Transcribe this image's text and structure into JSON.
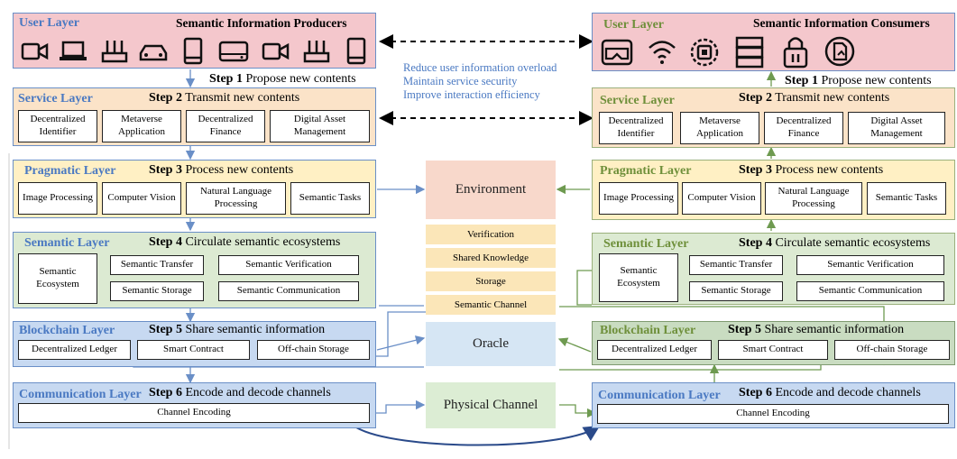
{
  "left": {
    "user": {
      "title": "User Layer",
      "heading": "Semantic Information Producers",
      "step_num": "Step 1",
      "step_text": "Propose new contents"
    },
    "service": {
      "title": "Service Layer",
      "step_num": "Step 2",
      "step_text": "Transmit new contents",
      "boxes": [
        "Decentralized Identifier",
        "Metaverse Application",
        "Decentralized Finance",
        "Digital Asset Management"
      ]
    },
    "pragmatic": {
      "title": "Pragmatic Layer",
      "step_num": "Step 3",
      "step_text": "Process new contents",
      "boxes": [
        "Image Processing",
        "Computer Vision",
        "Natural Language Processing",
        "Semantic Tasks"
      ]
    },
    "semantic": {
      "title": "Semantic Layer",
      "step_num": "Step 4",
      "step_text": "Circulate semantic ecosystems",
      "ecosystem": "Semantic Ecosystem",
      "boxes": [
        "Semantic Transfer",
        "Semantic Verification",
        "Semantic Storage",
        "Semantic Communication"
      ]
    },
    "blockchain": {
      "title": "Blockchain Layer",
      "step_num": "Step 5",
      "step_text": "Share semantic information",
      "boxes": [
        "Decentralized Ledger",
        "Smart Contract",
        "Off-chain Storage"
      ]
    },
    "communication": {
      "title": "Communication Layer",
      "step_num": "Step 6",
      "step_text": "Encode and decode channels",
      "encoding": "Channel Encoding"
    }
  },
  "right": {
    "user": {
      "title": "User Layer",
      "heading": "Semantic Information Consumers",
      "step_num": "Step 1",
      "step_text": "Propose new contents"
    },
    "service": {
      "title": "Service Layer",
      "step_num": "Step 2",
      "step_text": "Transmit new contents",
      "boxes": [
        "Decentralized Identifier",
        "Metaverse Application",
        "Decentralized Finance",
        "Digital Asset Management"
      ]
    },
    "pragmatic": {
      "title": "Pragmatic Layer",
      "step_num": "Step 3",
      "step_text": "Process new contents",
      "boxes": [
        "Image Processing",
        "Computer Vision",
        "Natural Language Processing",
        "Semantic Tasks"
      ]
    },
    "semantic": {
      "title": "Semantic Layer",
      "step_num": "Step 4",
      "step_text": "Circulate semantic ecosystems",
      "ecosystem": "Semantic Ecosystem",
      "boxes": [
        "Semantic Transfer",
        "Semantic Verification",
        "Semantic Storage",
        "Semantic Communication"
      ]
    },
    "blockchain": {
      "title": "Blockchain Layer",
      "step_num": "Step 5",
      "step_text": "Share semantic information",
      "boxes": [
        "Decentralized Ledger",
        "Smart Contract",
        "Off-chain Storage"
      ]
    },
    "communication": {
      "title": "Communication Layer",
      "step_num": "Step 6",
      "step_text": "Encode and decode channels",
      "encoding": "Channel Encoding"
    }
  },
  "center": {
    "goals": [
      "Reduce user information overload",
      "Maintain service security",
      "Improve interaction efficiency"
    ],
    "environment": "Environment",
    "stack": [
      "Verification",
      "Shared Knowledge",
      "Storage",
      "Semantic Channel"
    ],
    "oracle": "Oracle",
    "physical_channel": "Physical Channel"
  },
  "icons": {
    "producers": [
      "video-camera-icon",
      "laptop-icon",
      "router-icon",
      "car-icon",
      "tablet-icon",
      "hard-drive-icon",
      "video-camera-icon",
      "router-icon",
      "tablet-icon"
    ],
    "consumers": [
      "vr-headset-icon",
      "wifi-icon",
      "chip-icon",
      "server-rack-icon",
      "padlock-icon",
      "secure-document-icon"
    ]
  },
  "colors": {
    "left_title": "#4a79c2",
    "right_title": "#6e8f3a",
    "goal_text": "#4a79c2",
    "left_arrow": "#6a8fc7",
    "right_arrow": "#6e9a50"
  }
}
